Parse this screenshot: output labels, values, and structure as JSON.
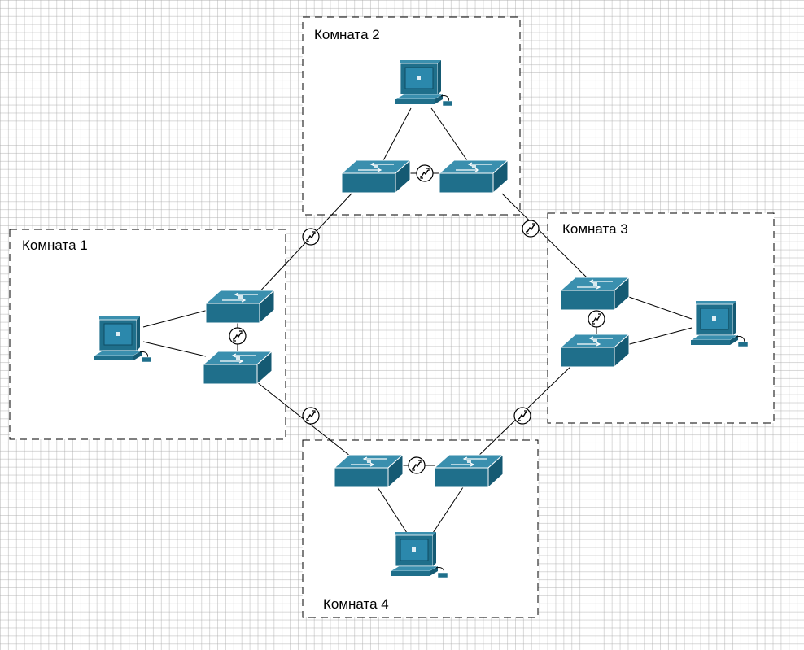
{
  "rooms": {
    "room1": {
      "label": "Комната 1"
    },
    "room2": {
      "label": "Комната 2"
    },
    "room3": {
      "label": "Комната 3"
    },
    "room4": {
      "label": "Комната 4"
    }
  },
  "colors": {
    "device_fill": "#1f6f8b",
    "device_top": "#3a8fae",
    "device_side": "#155a73",
    "grid": "#cccccc",
    "line": "#000000"
  },
  "icons": {
    "computer": "workstation-icon",
    "switch": "switch-icon",
    "link_marker": "connection-marker-icon"
  }
}
